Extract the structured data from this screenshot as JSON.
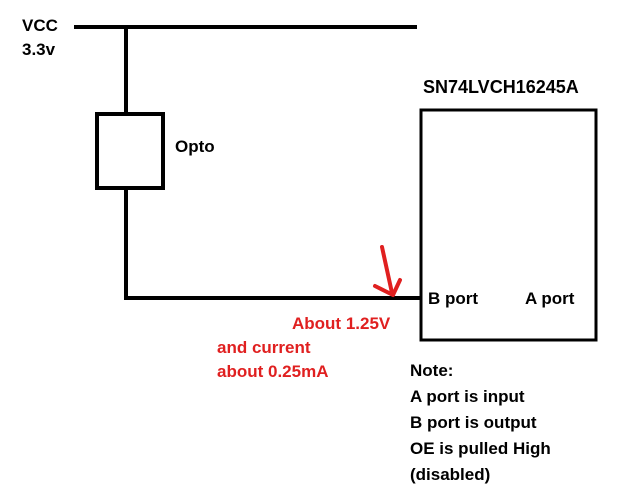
{
  "supply": {
    "name": "VCC",
    "voltage": "3.3v"
  },
  "components": {
    "opto": {
      "label": "Opto"
    },
    "chip": {
      "label": "SN74LVCH16245A",
      "port_b": "B port",
      "port_a": "A port"
    }
  },
  "measurement": {
    "voltage": "About 1.25V",
    "current_line1": "and current",
    "current_line2": "about 0.25mA"
  },
  "note": {
    "title": "Note:",
    "lines": [
      "A port is input",
      "B port is output",
      "OE is pulled High",
      "(disabled)"
    ]
  },
  "colors": {
    "wire": "#000000",
    "annotation": "#e02020",
    "background": "#ffffff"
  }
}
